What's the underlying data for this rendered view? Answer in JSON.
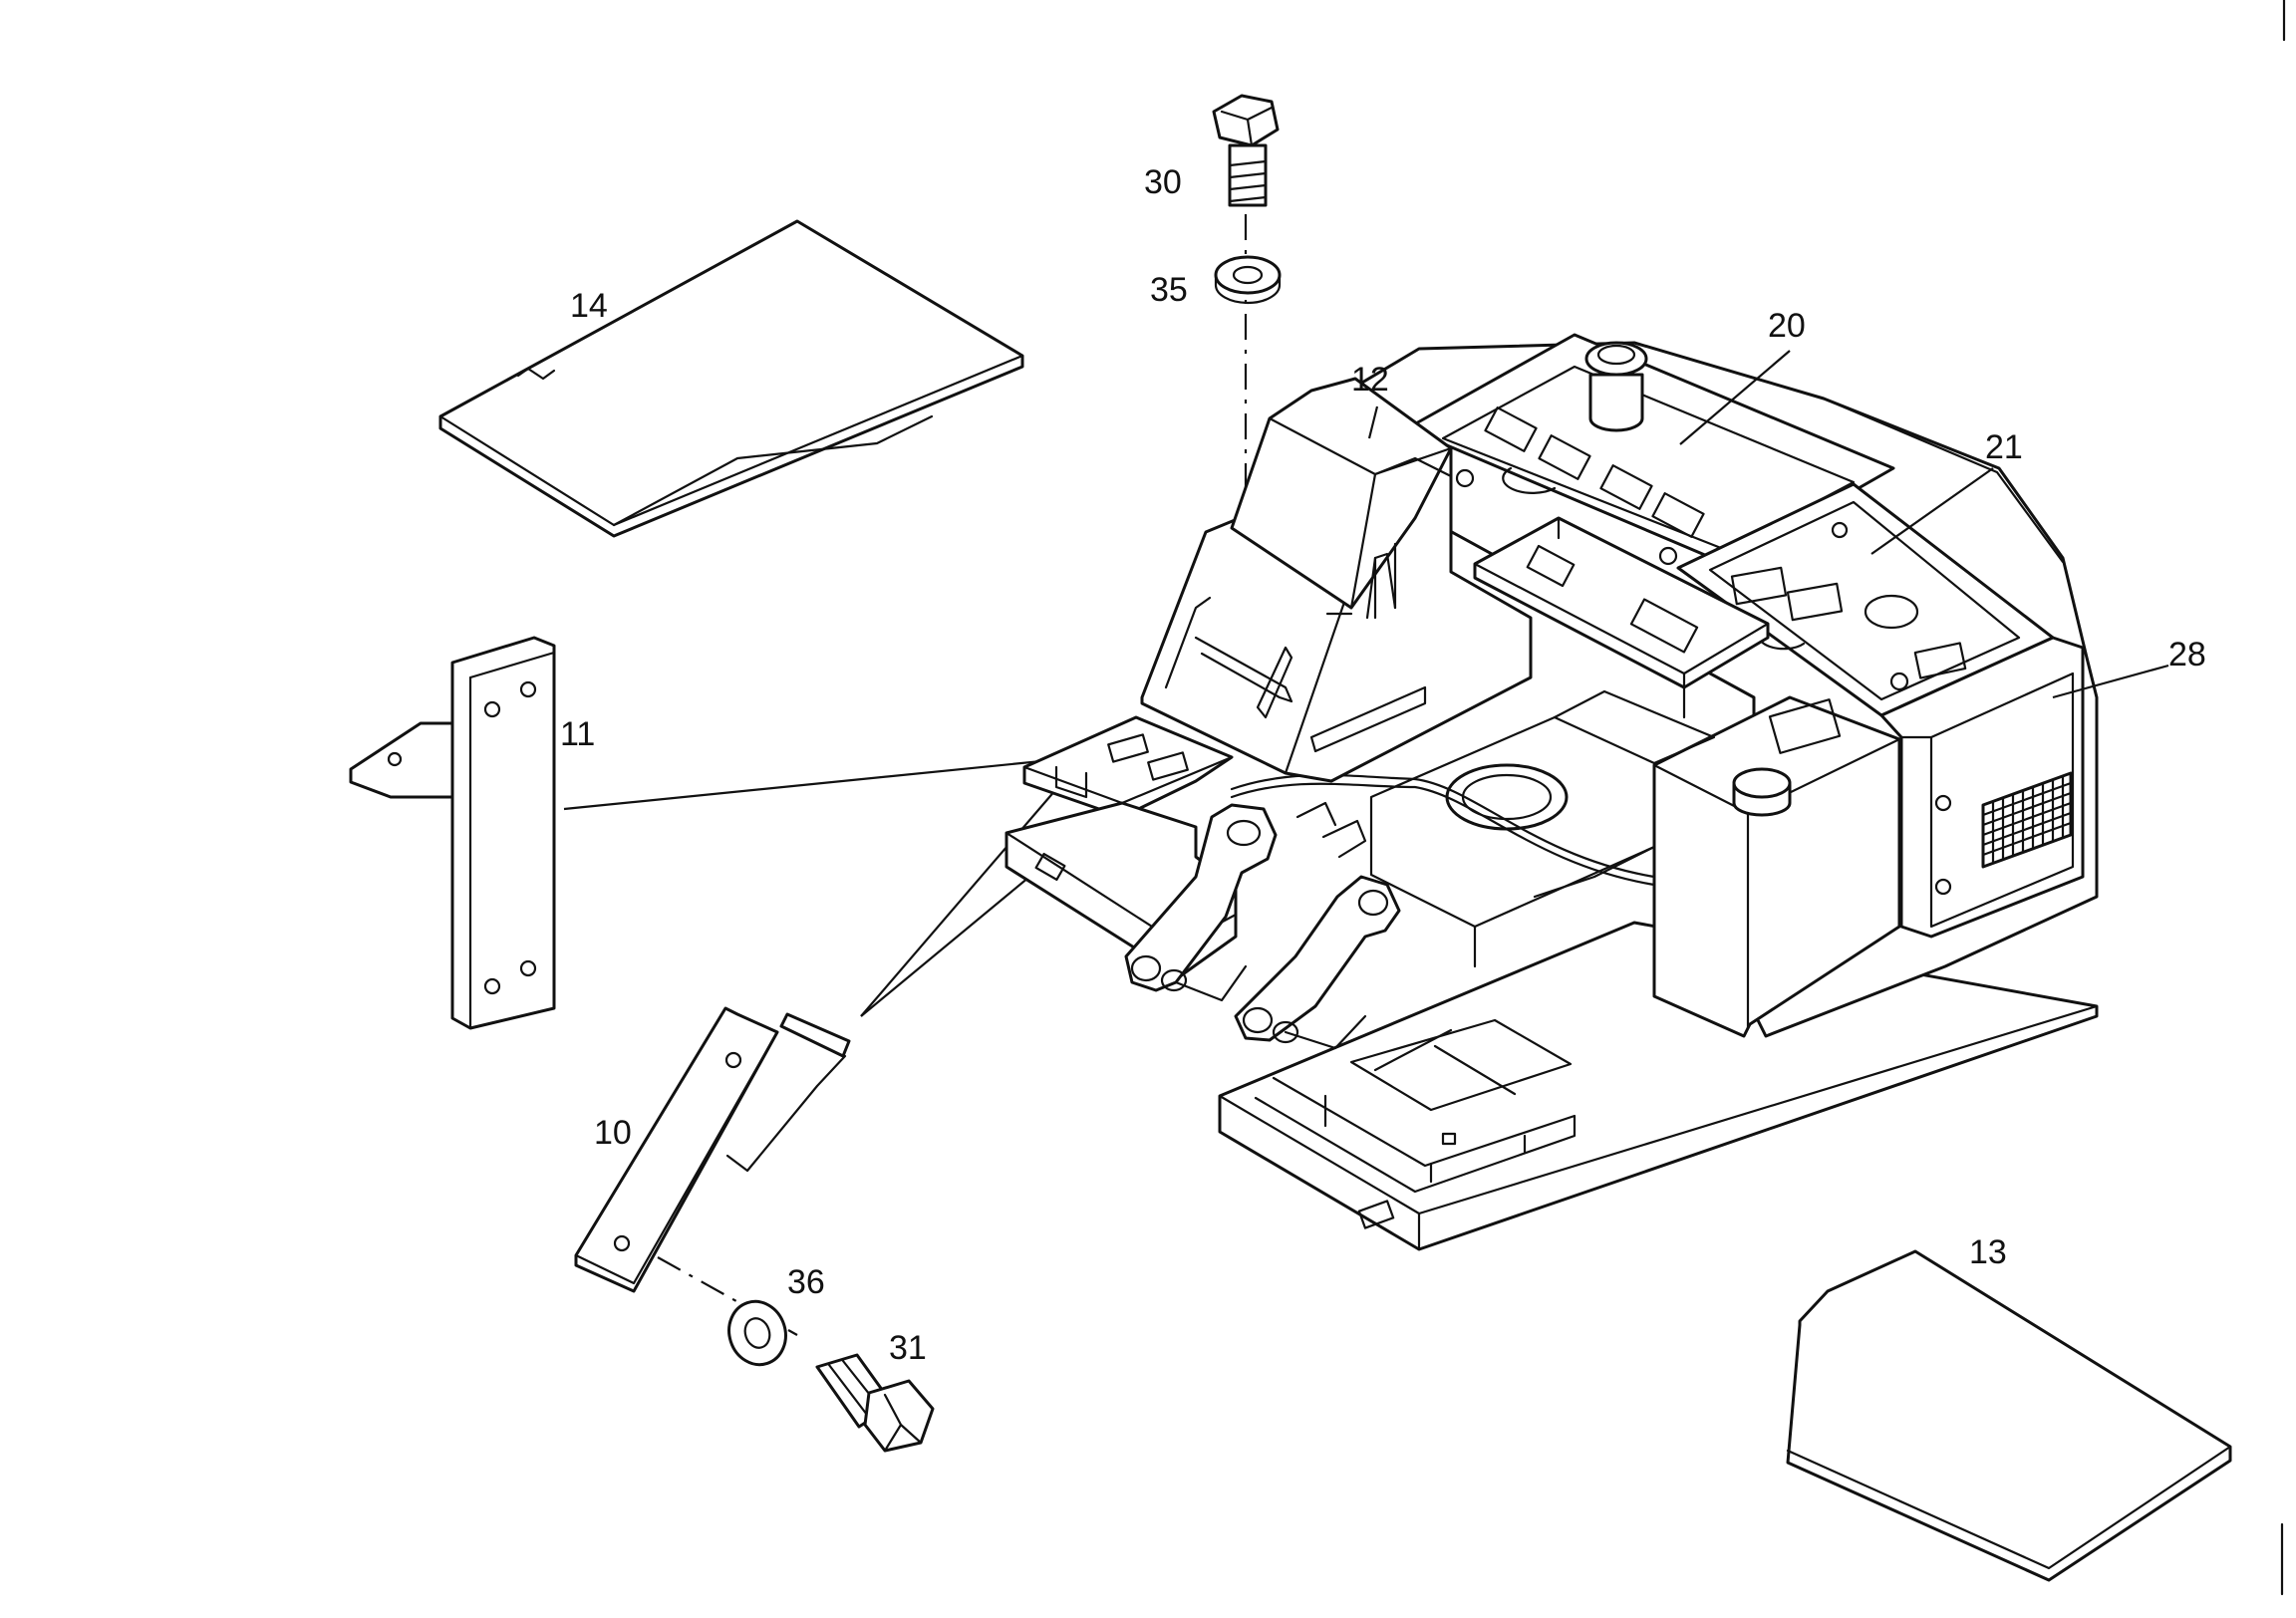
{
  "callouts": {
    "c10": "10",
    "c11": "11",
    "c12": "12",
    "c13": "13",
    "c14": "14",
    "c20": "20",
    "c21": "21",
    "c28": "28",
    "c30": "30",
    "c31": "31",
    "c35": "35",
    "c36": "36"
  }
}
